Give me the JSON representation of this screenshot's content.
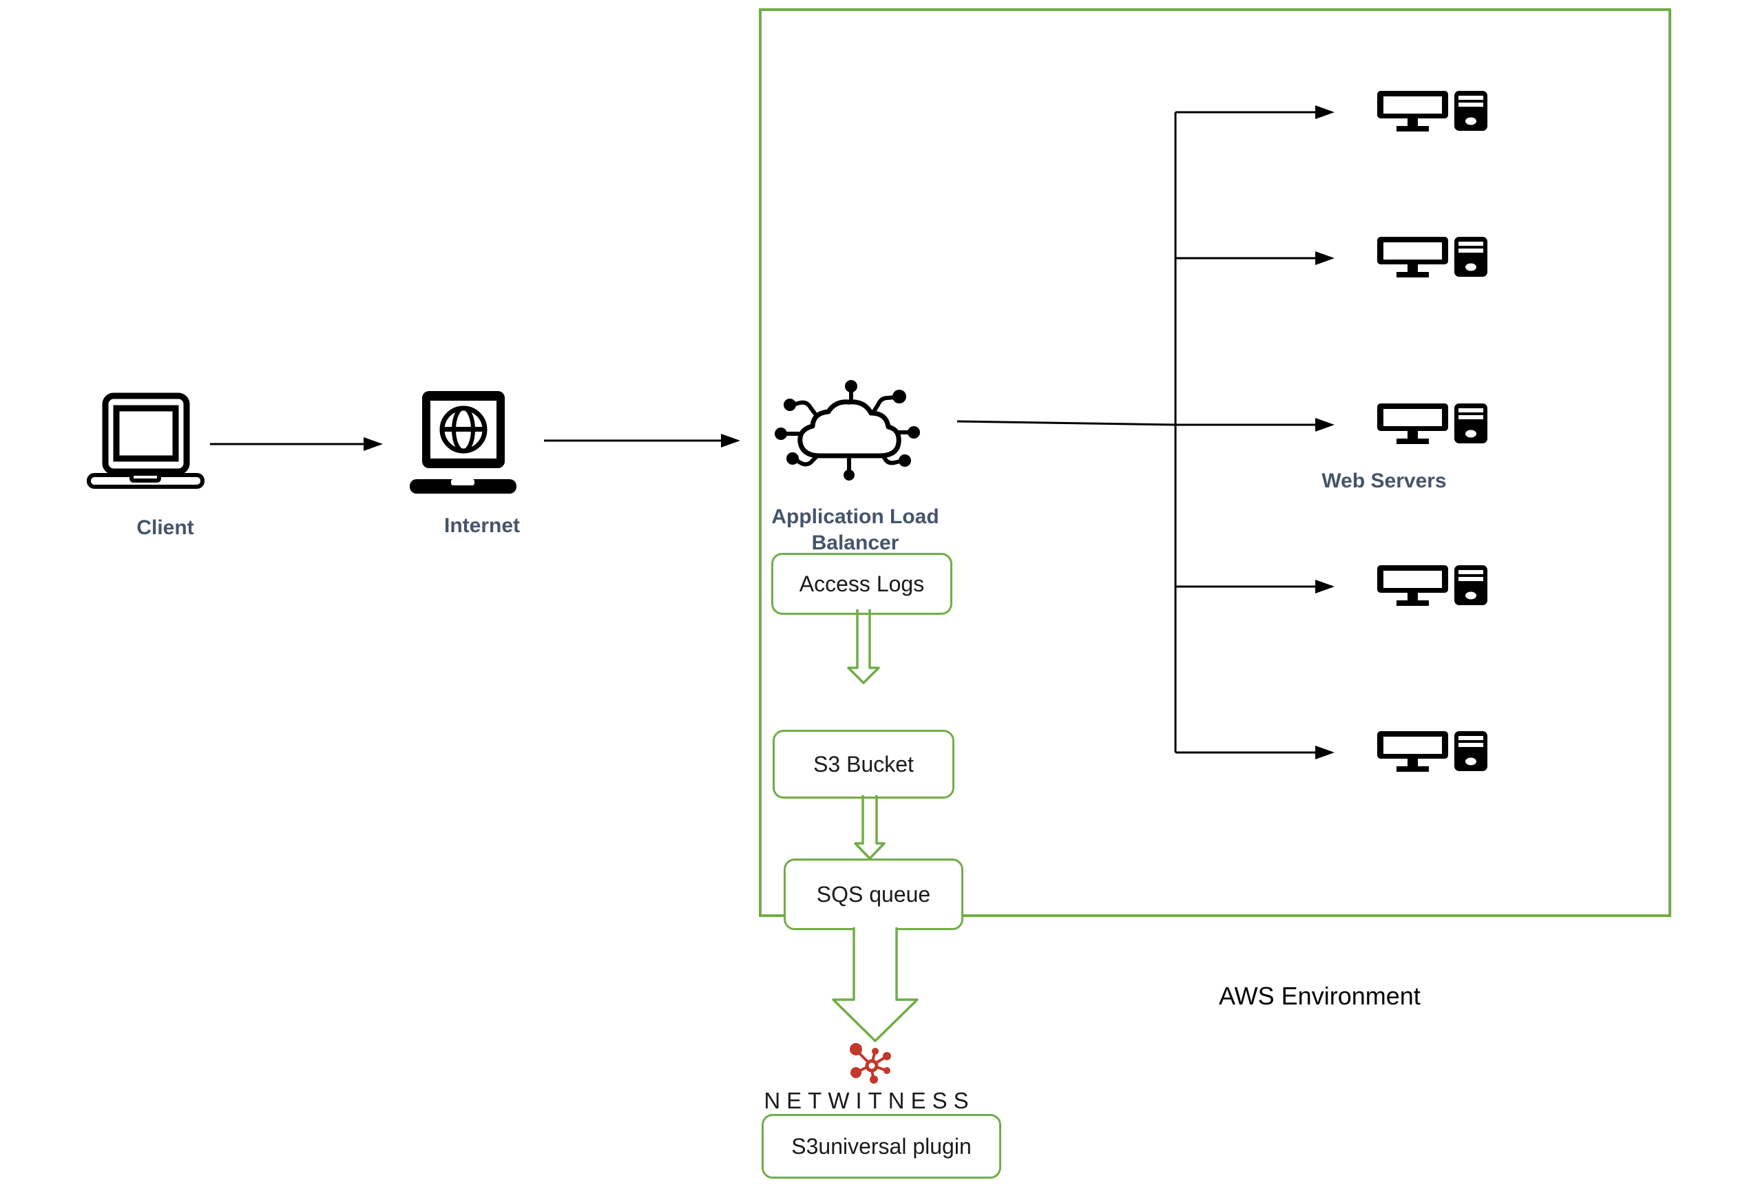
{
  "diagram": {
    "title_none": "",
    "containers": {
      "aws_environment": {
        "label": "AWS Environment"
      }
    },
    "nodes": {
      "client": {
        "label": "Client"
      },
      "internet": {
        "label": "Internet"
      },
      "alb": {
        "label": "Application Load Balancer"
      },
      "access_logs": {
        "label": "Access Logs"
      },
      "s3_bucket": {
        "label": "S3 Bucket"
      },
      "sqs_queue": {
        "label": "SQS queue"
      },
      "web_servers": {
        "label": "Web Servers",
        "count": 5
      },
      "netwitness": {
        "wordmark": "NETWITNESS"
      },
      "s3universal_plugin": {
        "label": "S3universal plugin"
      }
    },
    "edges": [
      "client -> internet",
      "internet -> application-load-balancer",
      "application-load-balancer -> web-server-1..5",
      "access-logs -> s3-bucket",
      "s3-bucket -> sqs-queue",
      "sqs-queue -> netwitness-s3universal-plugin"
    ],
    "colors": {
      "accent_green": "#70AD47",
      "label_blue": "#44546A",
      "netwitness_red": "#C0392B",
      "line_black": "#000000"
    }
  }
}
